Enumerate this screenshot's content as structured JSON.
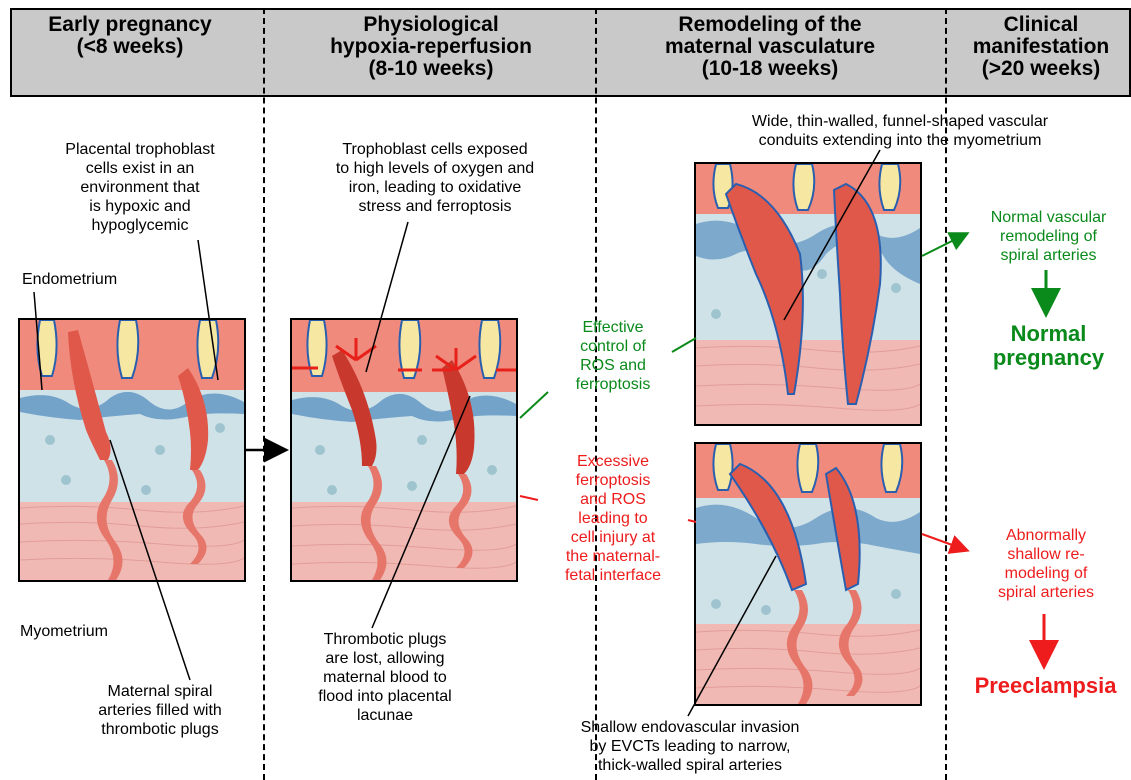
{
  "headers": [
    {
      "line1": "Early pregnancy",
      "line2": "(<8 weeks)",
      "line3": ""
    },
    {
      "line1": "Physiological",
      "line2": "hypoxia-reperfusion",
      "line3": "(8-10 weeks)"
    },
    {
      "line1": "Remodeling of the",
      "line2": "maternal vasculature",
      "line3": "(10-18 weeks)"
    },
    {
      "line1": "Clinical",
      "line2": "manifestation",
      "line3": "(>20 weeks)"
    }
  ],
  "col1": {
    "trophoblast_text": [
      "Placental trophoblast",
      "cells exist in an",
      "environment that",
      "is hypoxic and",
      "hypoglycemic"
    ],
    "endometrium": "Endometrium",
    "myometrium": "Myometrium",
    "spiral_text": [
      "Maternal spiral",
      "arteries filled with",
      "thrombotic plugs"
    ]
  },
  "col2": {
    "top_text": [
      "Trophoblast cells exposed",
      "to high levels of oxygen and",
      "iron, leading to oxidative",
      "stress and ferroptosis"
    ],
    "bottom_text": [
      "Thrombotic plugs",
      "are lost, allowing",
      "maternal blood to",
      "flood into placental",
      "lacunae"
    ]
  },
  "col3": {
    "top_text": [
      "Wide, thin-walled, funnel-shaped vascular",
      "conduits extending into the myometrium"
    ],
    "effective_text": [
      "Effective",
      "control of",
      "ROS and",
      "ferroptosis"
    ],
    "excessive_text": [
      "Excessive",
      "ferroptosis",
      "and ROS",
      "leading to",
      "cell injury at",
      "the maternal-",
      "fetal interface"
    ],
    "bottom_text": [
      "Shallow endovascular invasion",
      "by EVCTs leading to narrow,",
      "thick-walled spiral arteries"
    ]
  },
  "col4": {
    "normal_remodel": [
      "Normal vascular",
      "remodeling of",
      "spiral arteries"
    ],
    "normal_outcome": [
      "Normal",
      "pregnancy"
    ],
    "abnormal_remodel": [
      "Abnormally",
      "shallow re-",
      "modeling of",
      "spiral arteries"
    ],
    "abnormal_outcome": "Preeclampsia"
  },
  "colors": {
    "green": "#0a8a1a",
    "red": "#ee1c1c",
    "header": "#c9c9c9",
    "artery": "#e0584a",
    "tissue": "#cfe2e8",
    "muscle": "#f0b9b4"
  }
}
